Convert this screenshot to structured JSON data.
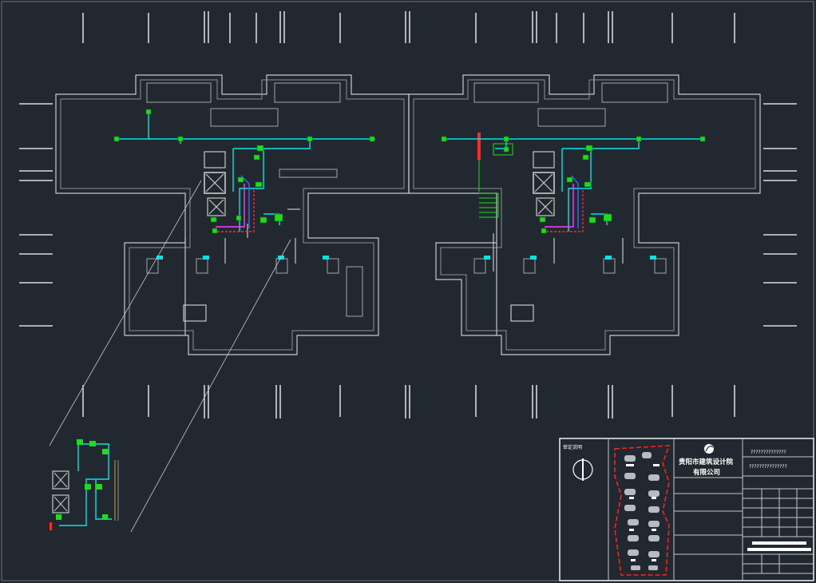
{
  "drawing": {
    "colors": {
      "background": "#212830",
      "wall": "#c8c8c8",
      "wall_dim": "#8d9196",
      "dim_line": "#ffffff",
      "pipe_cyan": "#00e5e5",
      "fixture_green": "#1fdc1f",
      "pipe_red": "#ff2a2a",
      "pipe_magenta": "#ff3cff",
      "pipe_blue": "#3b6bff",
      "site_boundary": "#ff2020"
    }
  },
  "title_block": {
    "note_label": "审定说明",
    "company_line1": "贵阳市建筑设计院",
    "company_line2": "有限公司",
    "project_line1": "??????????????",
    "project_line2": "???????????????"
  }
}
